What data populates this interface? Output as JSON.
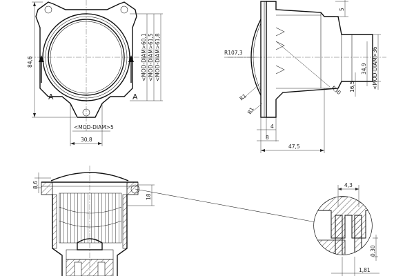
{
  "front_view": {
    "height": "84,6",
    "diam_1": "<MOD-DIAM>60,1",
    "diam_2": "<MOD-DIAM>61,5",
    "diam_3": "<MOD-DIAM>61,8",
    "section_left": "A",
    "section_right": "A",
    "mount_hole": "<MOD-DIAM>5",
    "width": "30,8"
  },
  "side_view": {
    "radius_lens": "R107,3",
    "radius_1": "R1",
    "radius_2": "R1",
    "radius_3": "R30",
    "top_dim": "5",
    "diam_36": "<MOD-DIAM>36",
    "dim_34_9": "34,9",
    "dim_16_5": "16,5",
    "dim_4": "4",
    "dim_8": "8",
    "dim_47_5": "47,5"
  },
  "section_view": {
    "dim_8_6": "8,6",
    "dim_18": "18"
  },
  "detail_view": {
    "dim_4_3": "4,3",
    "dim_0_3": "0,30",
    "dim_1_81": "1,81"
  }
}
